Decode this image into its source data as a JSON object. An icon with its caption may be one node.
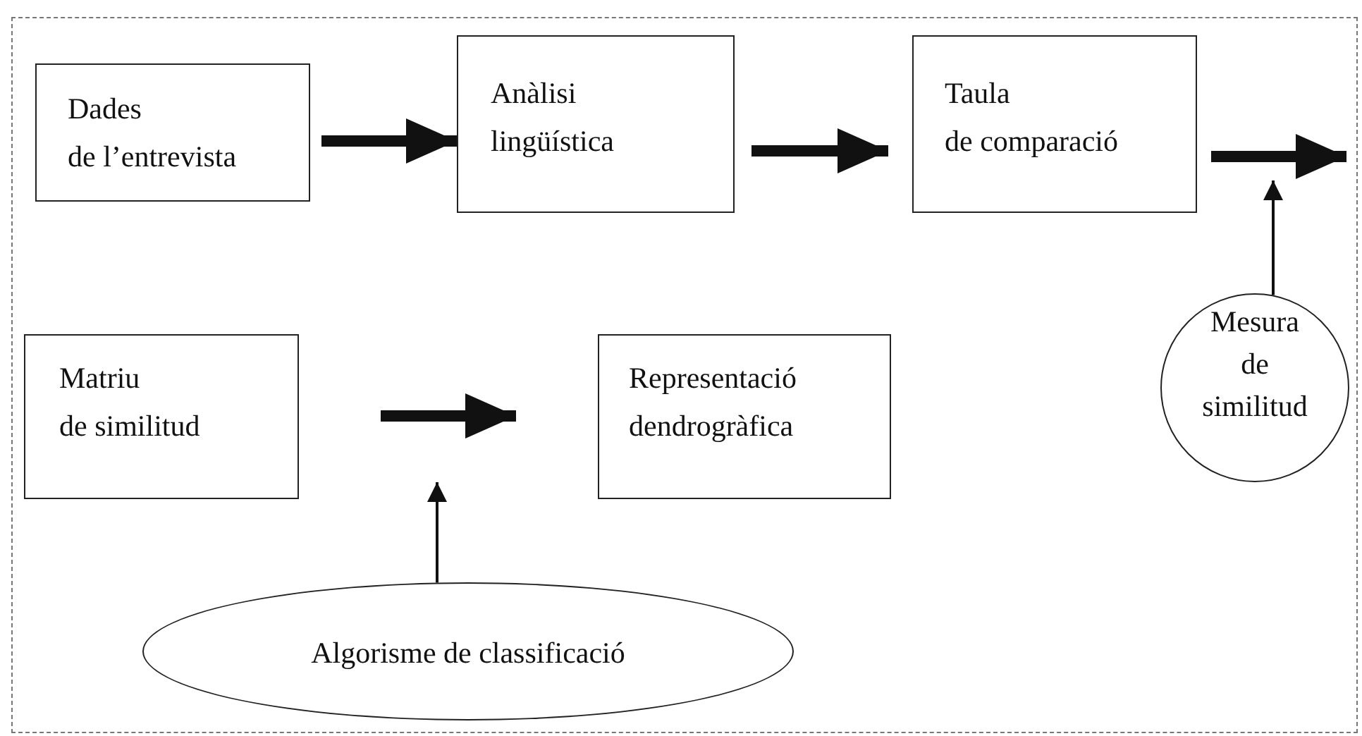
{
  "diagram": {
    "nodes": [
      {
        "text": [
          "Dades de l’entrevista"
        ]
      },
      {
        "text": [
          "Anàlisi lingüística"
        ]
      },
      {
        "text": [
          "Taula de comparació"
        ]
      },
      {
        "text": [
          "Mesura de similitud"
        ]
      },
      {
        "text": [
          "Matriu de similitud"
        ]
      },
      {
        "text": [
          "Representació dendrogràfica"
        ]
      },
      {
        "text": [
          "Algorisme de classificació"
        ]
      }
    ],
    "edges": [
      {
        "from": 0,
        "to": 1,
        "arrow": "to"
      },
      {
        "from": 1,
        "to": 2,
        "arrow": "to"
      },
      {
        "from": 2,
        "to": null,
        "arrow": "to"
      },
      {
        "from": 3,
        "to": null,
        "arrow": "to"
      },
      {
        "from": 4,
        "to": 5,
        "arrow": "to"
      },
      {
        "from": 6,
        "to": null,
        "arrow": "to"
      }
    ]
  }
}
